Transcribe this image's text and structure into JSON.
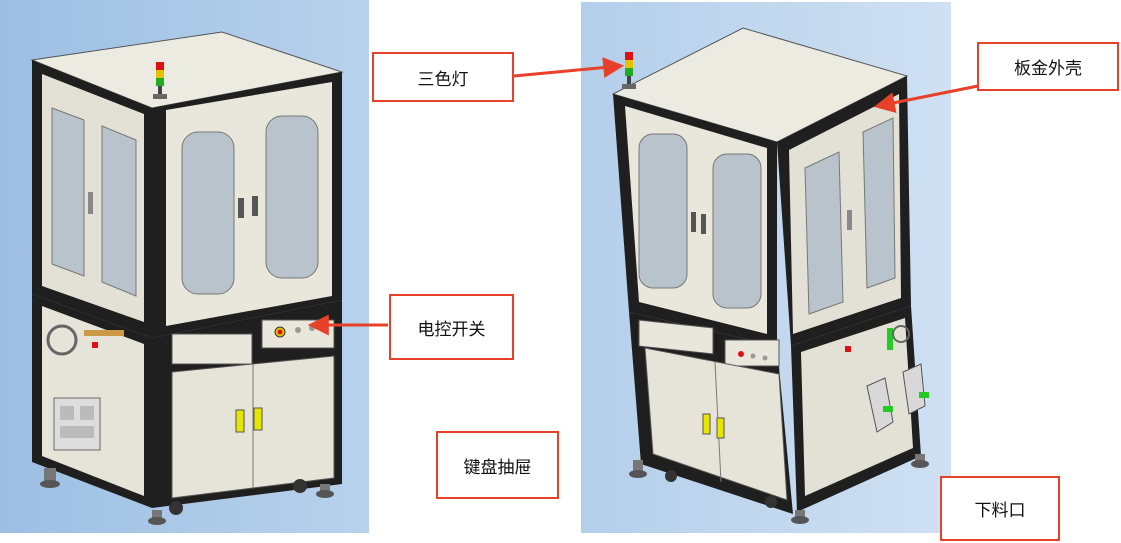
{
  "labels": {
    "tricolor_light": "三色灯",
    "sheet_metal_shell": "板金外壳",
    "electric_switch": "电控开关",
    "keyboard_drawer": "键盘抽屉",
    "discharge_port": "下料口"
  },
  "colors": {
    "background_left": "#a9c7e6",
    "background_right": "#c2d8ef",
    "annotation_red": "#e8412a",
    "frame_black": "#1f1f1f",
    "panel_cream": "#e9e7dc",
    "window_glass": "#b9c3cc",
    "handle_yellow": "#e6e600"
  }
}
